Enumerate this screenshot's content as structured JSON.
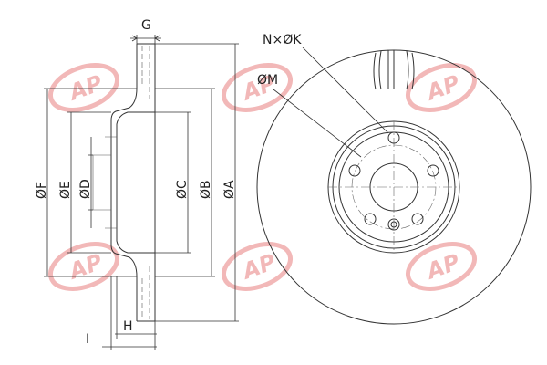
{
  "dimension_labels": {
    "A": "ØA",
    "B": "ØB",
    "C": "ØC",
    "D": "ØD",
    "E": "ØE",
    "F": "ØF",
    "G": "G",
    "H": "H",
    "I": "I",
    "K": "N×ØK",
    "M": "ØM"
  },
  "watermark": {
    "text": "AP",
    "color": "#f2b8b8"
  }
}
